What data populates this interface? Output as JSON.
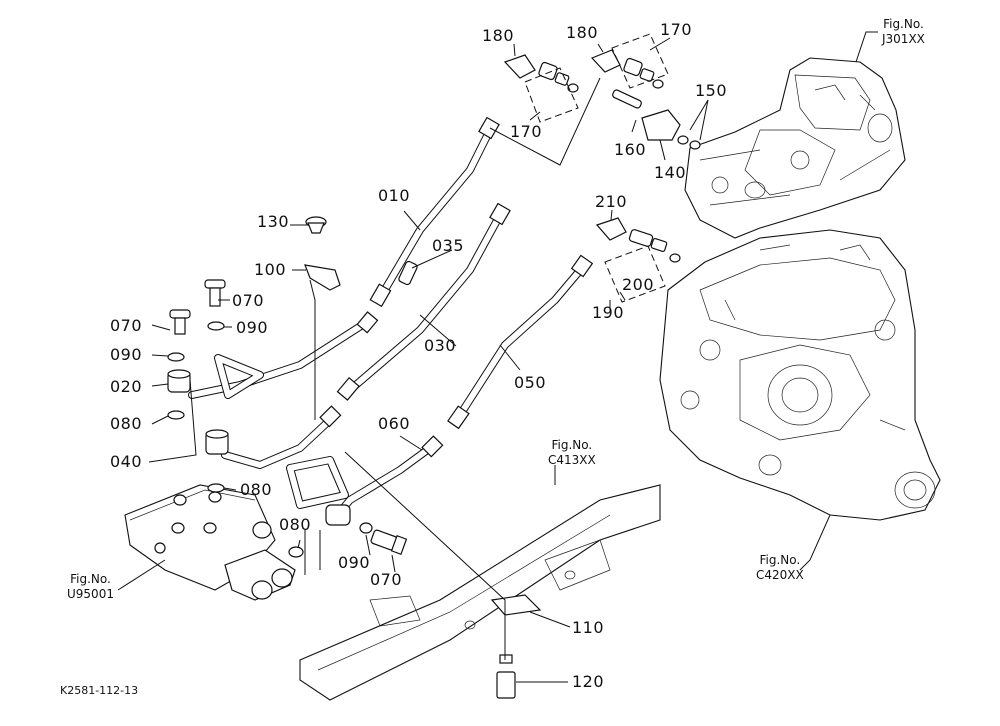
{
  "labels": {
    "p010": "010",
    "p020": "020",
    "p030": "030",
    "p035": "035",
    "p040": "040",
    "p050": "050",
    "p060": "060",
    "p070a": "070",
    "p070b": "070",
    "p070c": "070",
    "p080a": "080",
    "p080b": "080",
    "p080c": "080",
    "p090a": "090",
    "p090b": "090",
    "p090c": "090",
    "p100": "100",
    "p110": "110",
    "p120": "120",
    "p130": "130",
    "p140": "140",
    "p150": "150",
    "p160": "160",
    "p170a": "170",
    "p170b": "170",
    "p180a": "180",
    "p180b": "180",
    "p190": "190",
    "p200": "200",
    "p210": "210"
  },
  "figs": {
    "j301": {
      "line1": "Fig.No.",
      "line2": "J301XX"
    },
    "c413": {
      "line1": "Fig.No.",
      "line2": "C413XX"
    },
    "c420": {
      "line1": "Fig.No.",
      "line2": "C420XX"
    },
    "u950": {
      "line1": "Fig.No.",
      "line2": "U95001"
    }
  },
  "drawing_code": "K2581-112-13"
}
